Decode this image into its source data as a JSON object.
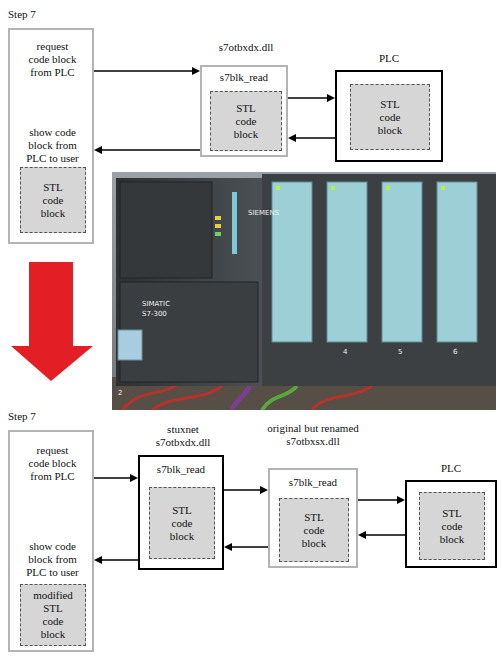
{
  "diagram": {
    "nodes": [
      {
        "text": [
          "Step 7",
          "request code block from PLC",
          "show code block from PLC to user"
        ]
      },
      {
        "text": [
          "STL code block"
        ],
        "in": 0
      },
      {
        "text": [
          "s7otbxdx.dll",
          "s7blk_read"
        ]
      },
      {
        "text": [
          "STL code block"
        ],
        "in": 2
      },
      {
        "text": [
          "PLC"
        ]
      },
      {
        "text": [
          "STL code block"
        ],
        "in": 4
      },
      {
        "text": [
          "Step 7",
          "request code block from PLC",
          "show code block from PLC to user"
        ]
      },
      {
        "text": [
          "modified STL code block"
        ],
        "in": 6
      },
      {
        "text": [
          "stuxnet s7otbxdx.dll",
          "s7blk_read"
        ]
      },
      {
        "text": [
          "STL code block"
        ],
        "in": 8
      },
      {
        "text": [
          "original but renamed s7otbxsx.dll",
          "s7blk_read"
        ]
      },
      {
        "text": [
          "STL code block"
        ],
        "in": 10
      },
      {
        "text": [
          "PLC"
        ]
      },
      {
        "text": [
          "STL code block"
        ],
        "in": 12
      }
    ],
    "edges": [
      {
        "from": 0,
        "to": 2,
        "arrow": "to"
      },
      {
        "from": 2,
        "to": 4,
        "arrow": "to"
      },
      {
        "from": 4,
        "to": 2,
        "arrow": "to"
      },
      {
        "from": 2,
        "to": 0,
        "arrow": "to"
      },
      {
        "from": 6,
        "to": 8,
        "arrow": "to"
      },
      {
        "from": 8,
        "to": 10,
        "arrow": "to"
      },
      {
        "from": 10,
        "to": 12,
        "arrow": "to"
      },
      {
        "from": 12,
        "to": 10,
        "arrow": "to"
      },
      {
        "from": 10,
        "to": 8,
        "arrow": "to"
      },
      {
        "from": 8,
        "to": 6,
        "arrow": "to"
      }
    ],
    "labels": [
      "SIEMENS",
      "SIMATIC",
      "S7-300",
      "2",
      "4",
      "5",
      "6"
    ]
  }
}
